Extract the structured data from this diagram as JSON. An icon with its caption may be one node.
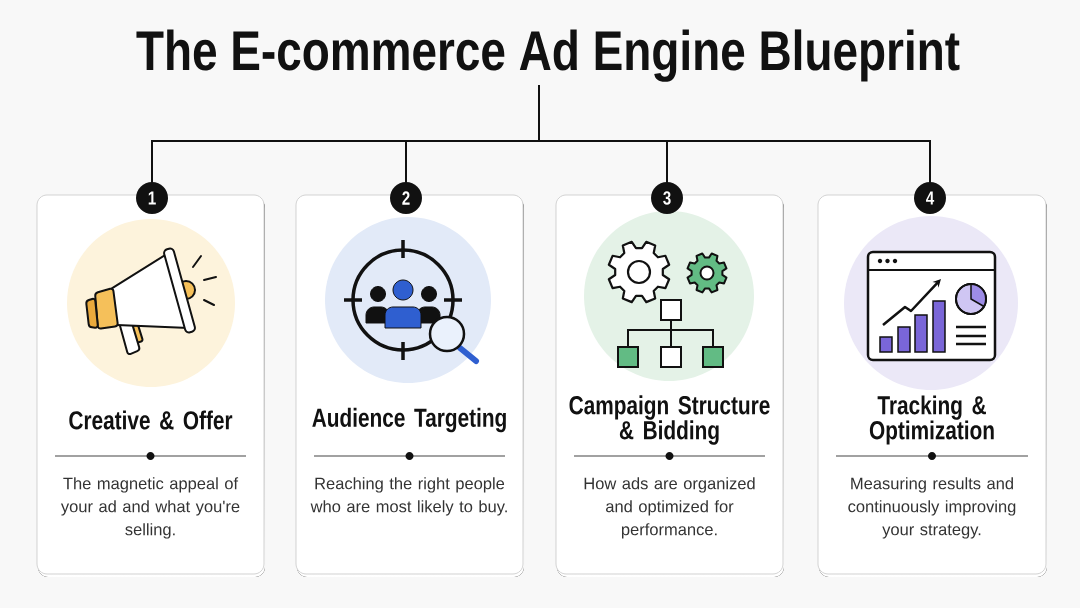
{
  "diagram": {
    "nodes": [
      {
        "text": [
          "The E-commerce Ad Engine Blueprint"
        ]
      },
      {
        "text": [
          "1"
        ]
      },
      {
        "text": [
          "Creative & Offer",
          "The magnetic appeal of your ad and what you're selling."
        ]
      },
      {
        "text": [
          "2"
        ]
      },
      {
        "text": [
          "Audience Targeting",
          "Reaching the right people who are most likely to buy."
        ]
      },
      {
        "text": [
          "3"
        ]
      },
      {
        "text": [
          "Campaign Structure & Bidding",
          "How ads are organized and optimized for performance."
        ]
      },
      {
        "text": [
          "4"
        ]
      },
      {
        "text": [
          "Tracking & Optimization",
          "Measuring results and continuously improving your strategy."
        ]
      }
    ],
    "edges": [
      {
        "from": 0,
        "to": 1,
        "arrow": "none"
      },
      {
        "from": 0,
        "to": 3,
        "arrow": "none"
      },
      {
        "from": 0,
        "to": 5,
        "arrow": "none"
      },
      {
        "from": 0,
        "to": 7,
        "arrow": "none"
      }
    ]
  }
}
